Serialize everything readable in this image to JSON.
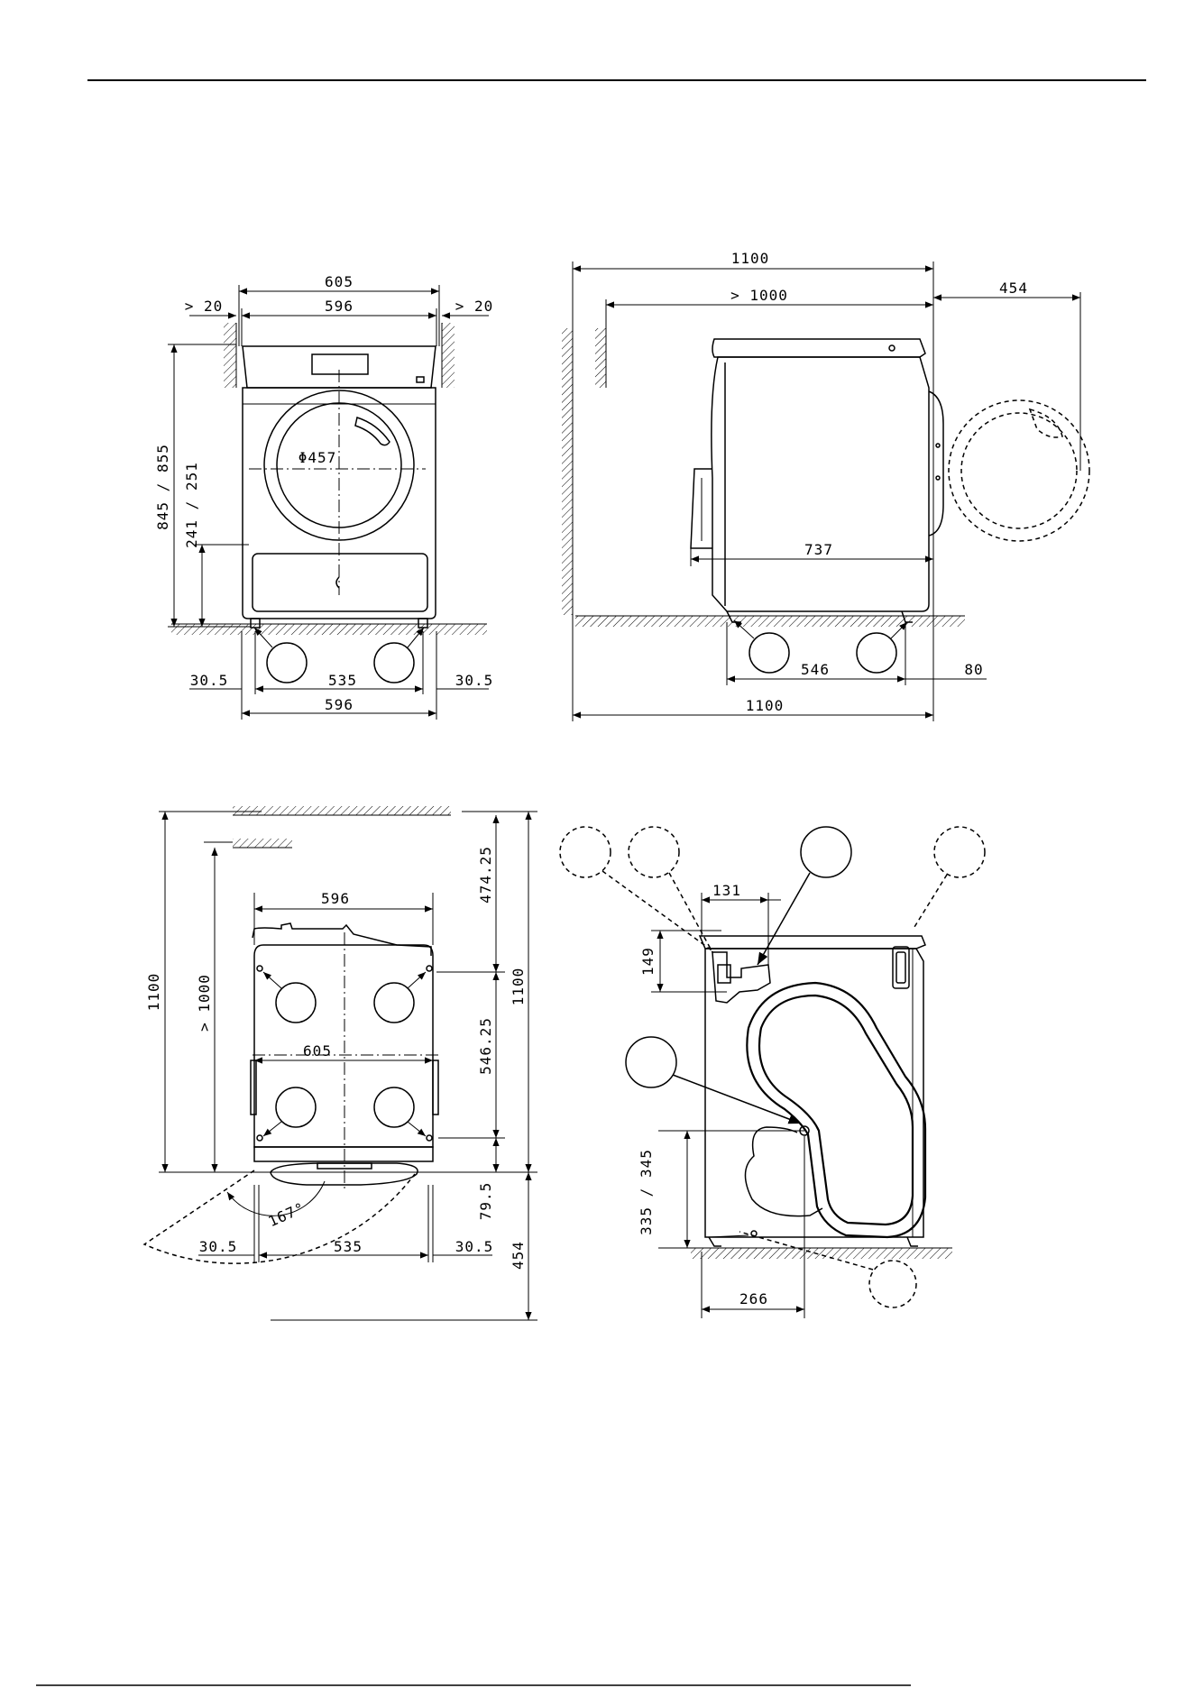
{
  "front_view": {
    "width_overall": "605",
    "width_body": "596",
    "clearance_left": "> 20",
    "clearance_right": "> 20",
    "height": "845 / 855",
    "door_height": "241 / 251",
    "door_diameter": "Φ457",
    "foot_offset_left": "30.5",
    "foot_spacing": "535",
    "foot_offset_right": "30.5",
    "base_width": "596"
  },
  "side_view": {
    "total_depth_top": "1100",
    "min_clearance": "> 1000",
    "door_swing": "454",
    "depth": "737",
    "foot_spacing": "546",
    "foot_offset": "80",
    "total_depth_bottom": "1100"
  },
  "top_view": {
    "width_body": "596",
    "width_overall": "605",
    "total_depth_left": "1100",
    "min_clearance": "> 1000",
    "rear_offset": "474.25",
    "foot_spacing_depth": "546.25",
    "total_depth_right": "1100",
    "front_offset": "79.5",
    "door_angle": "167°",
    "foot_offset_left": "30.5",
    "foot_spacing": "535",
    "foot_offset_right": "30.5",
    "door_swing": "454"
  },
  "rear_view": {
    "connection_width": "131",
    "connection_height": "149",
    "drain_height": "335 / 345",
    "drain_offset": "266"
  }
}
